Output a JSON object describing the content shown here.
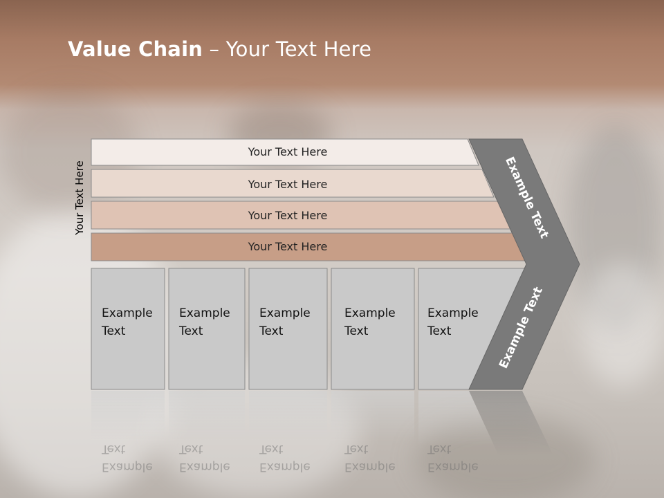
{
  "slide": {
    "title_bold": "Value Chain",
    "title_rest": " – Your Text Here",
    "side_label": "Your Text Here",
    "rows": [
      {
        "label": "Your Text Here",
        "color": "#f3ece8"
      },
      {
        "label": "Your Text Here",
        "color": "#e9d9cf"
      },
      {
        "label": "Your Text Here",
        "color": "#dfc3b4"
      },
      {
        "label": "Your Text Here",
        "color": "#c79e87"
      }
    ],
    "boxes": [
      {
        "line1": "Example",
        "line2": "Text"
      },
      {
        "line1": "Example",
        "line2": "Text"
      },
      {
        "line1": "Example",
        "line2": "Text"
      },
      {
        "line1": "Example",
        "line2": "Text"
      },
      {
        "line1": "Example",
        "line2": "Text"
      }
    ],
    "arrow_top_label": "Example Text",
    "arrow_bottom_label": "Example Text",
    "colors": {
      "box": "#c9c9c9",
      "arrow": "#7a7a7a",
      "border": "#8b8b8b"
    }
  }
}
